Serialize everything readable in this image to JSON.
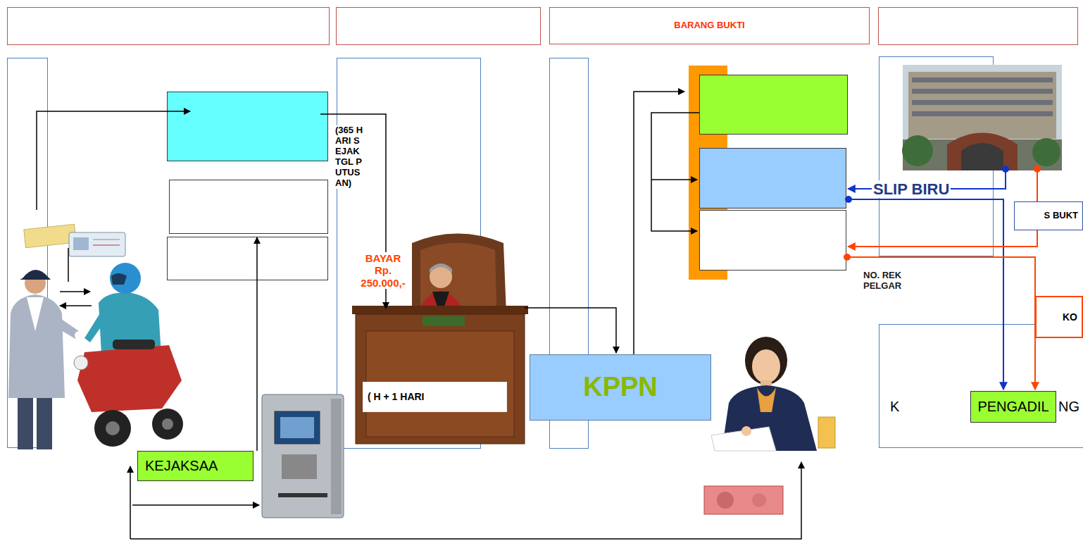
{
  "diagram": {
    "nodes": [
      {
        "text": [
          "BARANG BUKTI"
        ]
      },
      {
        "text": [
          "( H + 1 HARI"
        ]
      },
      {
        "text": [
          "KPPN"
        ]
      },
      {
        "text": [
          "S BUKT"
        ]
      },
      {
        "text": [
          "KO"
        ]
      },
      {
        "text": [
          "PENGADIL"
        ]
      },
      {
        "text": [
          "KEJAKSAA"
        ]
      }
    ],
    "labels": [
      "(365 HARI SEJAK TGL PUTUSAN)",
      "BAYAR Rp. 250.000,-",
      "SLIP BIRU",
      "NO. REK PELGAR",
      "K",
      "NG"
    ]
  }
}
